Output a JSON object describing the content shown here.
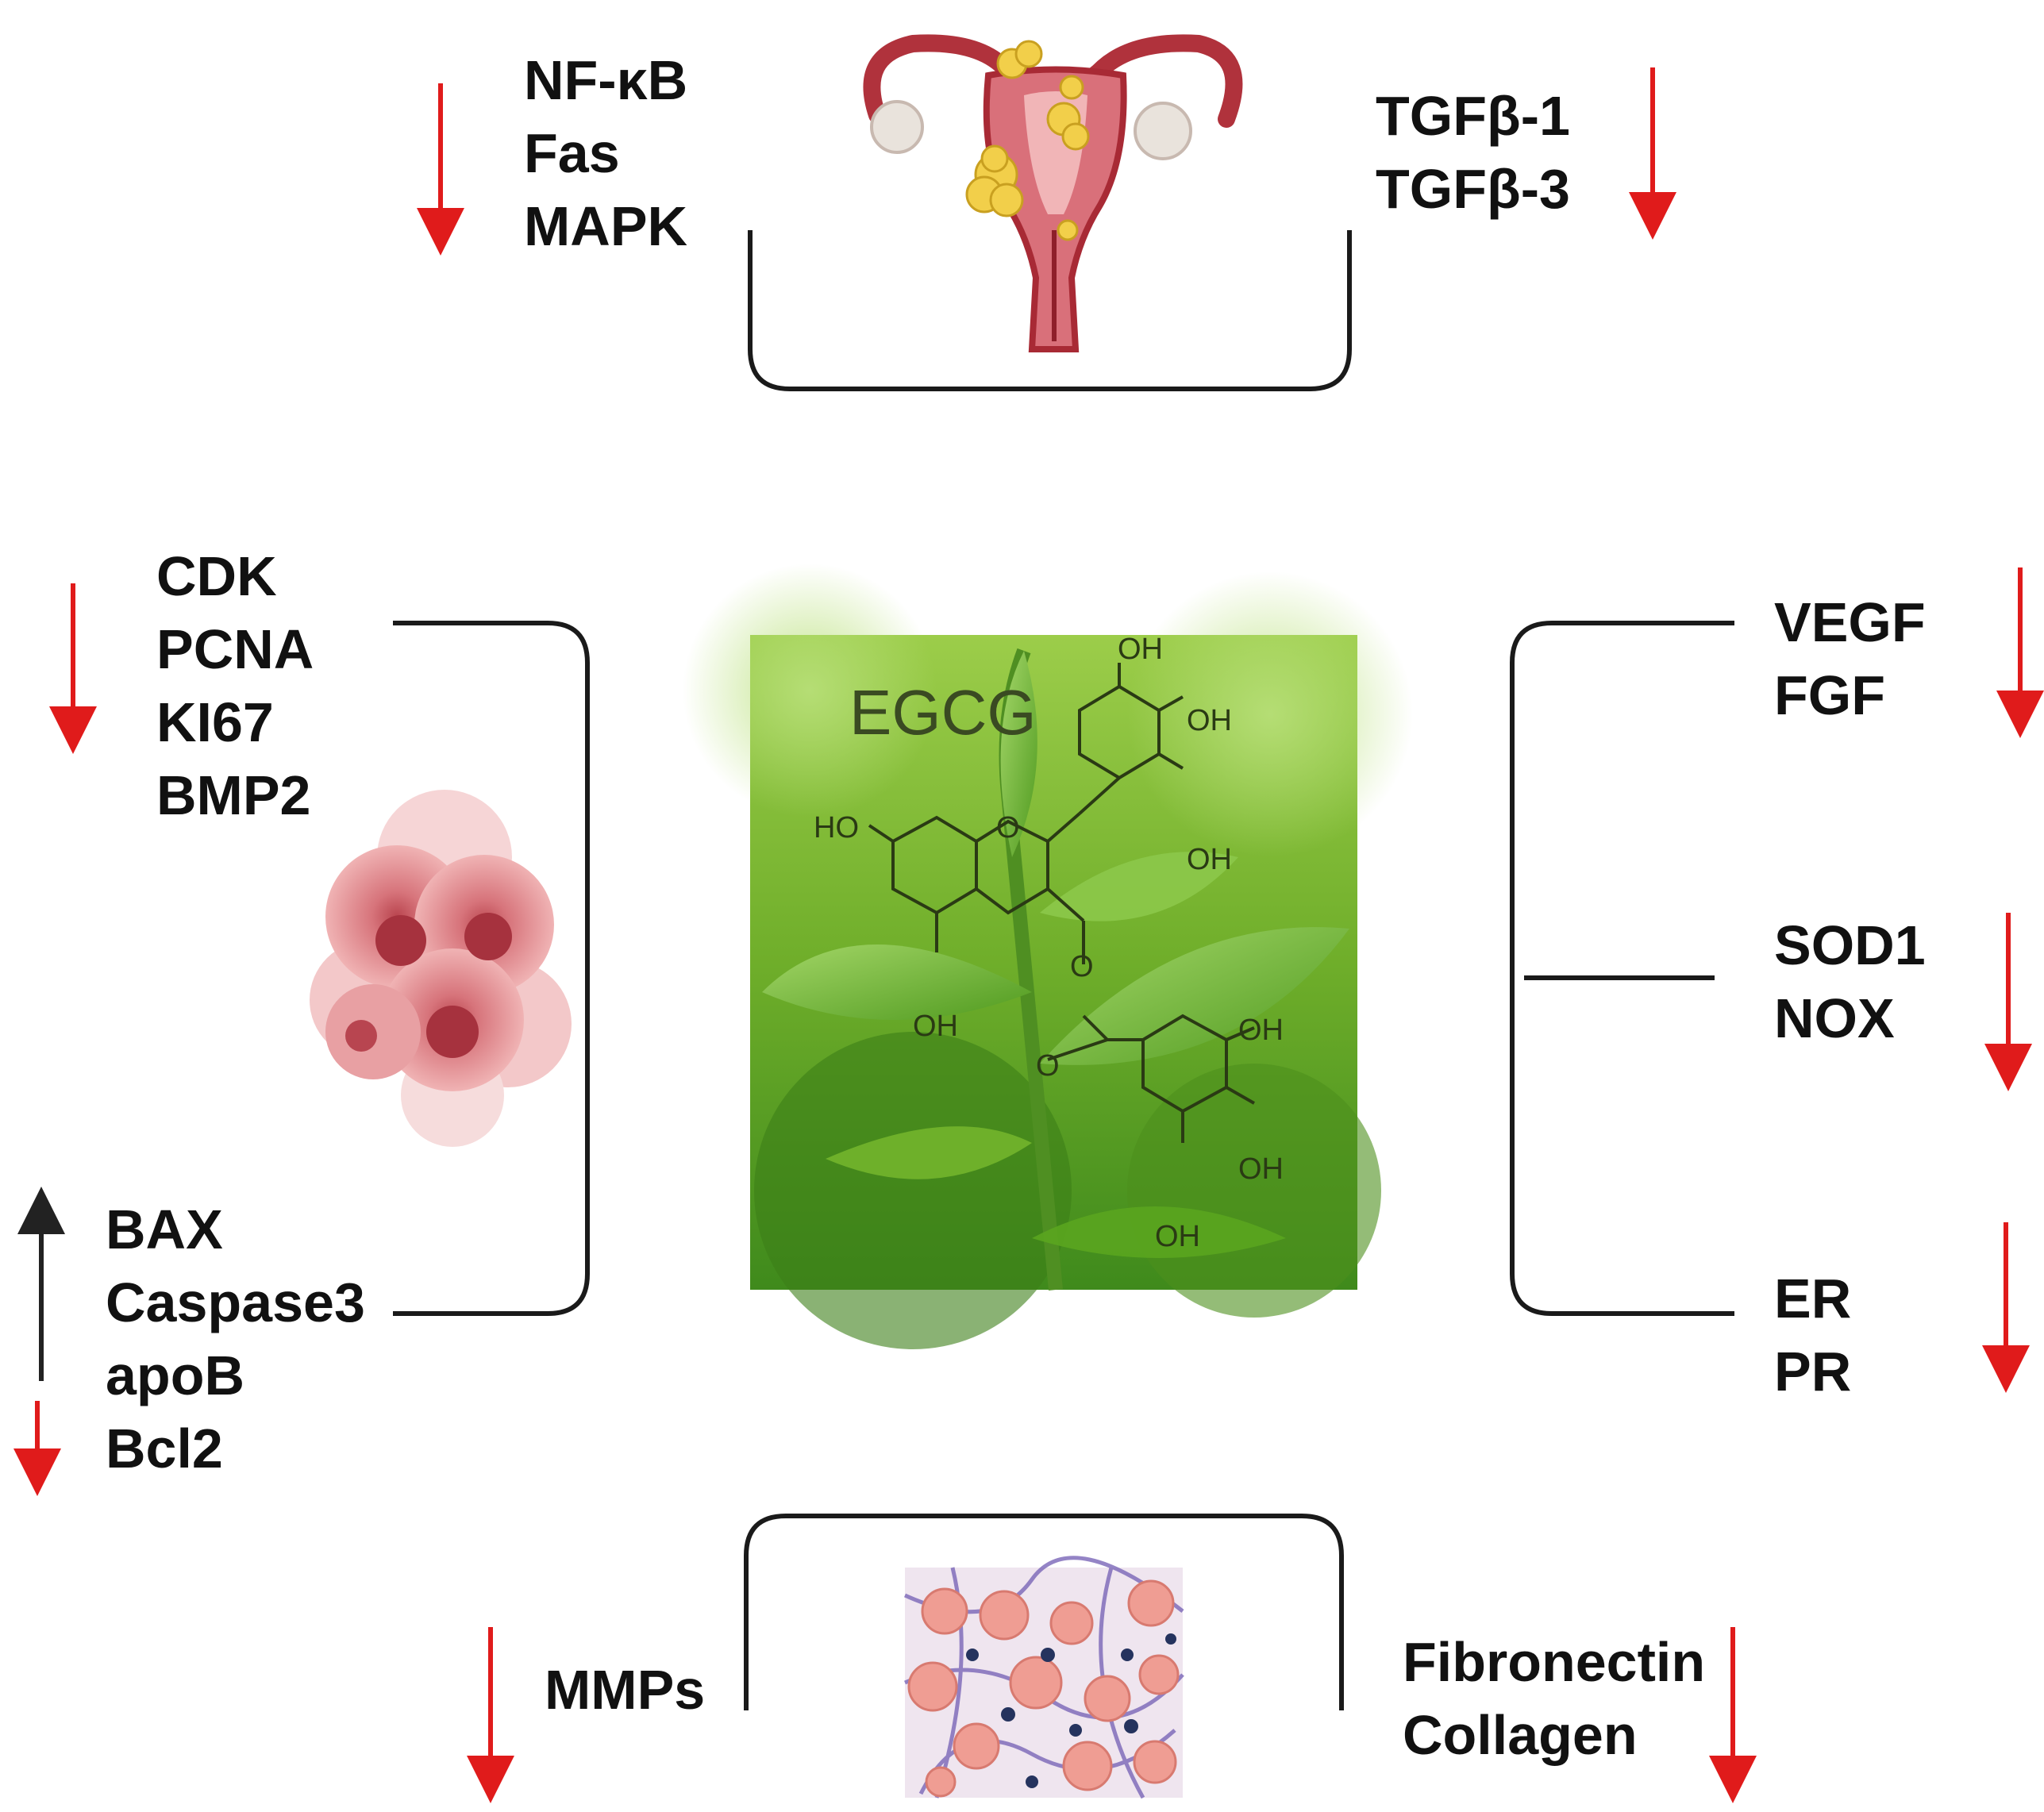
{
  "center": {
    "caption": "EGCG",
    "atoms": [
      "OH",
      "OH",
      "OH",
      "HO",
      "O",
      "OH",
      "O",
      "O",
      "OH",
      "OH",
      "OH"
    ]
  },
  "groups": {
    "top_left": {
      "labels": [
        "NF-κB",
        "Fas",
        "MAPK"
      ],
      "arrow": "down"
    },
    "top_right": {
      "labels": [
        "TGFβ-1",
        "TGFβ-3"
      ],
      "arrow": "down"
    },
    "left_upper": {
      "labels": [
        "CDK",
        "PCNA",
        "KI67",
        "BMP2"
      ],
      "arrow": "down"
    },
    "left_lower_up": {
      "labels": [
        "BAX",
        "Caspase3",
        "apoB"
      ],
      "arrow": "up"
    },
    "left_lower_down": {
      "labels": [
        "Bcl2"
      ],
      "arrow": "down"
    },
    "right_top": {
      "labels": [
        "VEGF",
        "FGF"
      ],
      "arrow": "down"
    },
    "right_middle": {
      "labels": [
        "SOD1",
        "NOX"
      ],
      "arrow": "down"
    },
    "right_bottom": {
      "labels": [
        "ER",
        "PR"
      ],
      "arrow": "down"
    },
    "bottom_left": {
      "labels": [
        "MMPs"
      ],
      "arrow": "down"
    },
    "bottom_right": {
      "labels": [
        "Fibronectin",
        "Collagen"
      ],
      "arrow": "down"
    }
  },
  "colors": {
    "down_arrow": "#e01b1b",
    "up_arrow": "#222222",
    "bracket": "#1a1a1a",
    "leaf": "#5aa51f"
  },
  "icons": [
    "uterus-icon",
    "cell-cluster-icon",
    "tissue-icon",
    "tea-leaf-photo"
  ]
}
